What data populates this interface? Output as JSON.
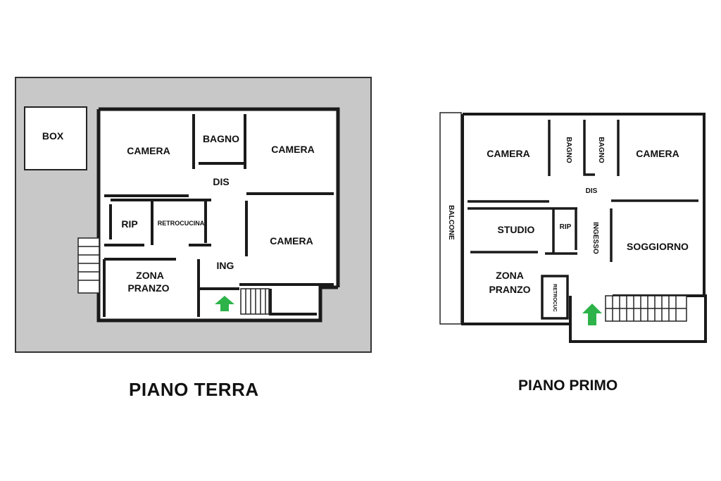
{
  "floor_terra": {
    "title": "PIANO TERRA",
    "rooms": {
      "box": "BOX",
      "camera_1": "CAMERA",
      "bagno": "BAGNO",
      "camera_2": "CAMERA",
      "dis": "DIS",
      "rip": "RIP",
      "retrocucina": "RETROCUCINA",
      "camera_3": "CAMERA",
      "ing": "ING",
      "zona_pranzo_1": "ZONA",
      "zona_pranzo_2": "PRANZO"
    }
  },
  "floor_primo": {
    "title": "PIANO PRIMO",
    "rooms": {
      "camera_1": "CAMERA",
      "bagno_1": "BAGNO",
      "bagno_2": "BAGNO",
      "camera_2": "CAMERA",
      "dis": "DIS",
      "balcone": "BALCONE",
      "studio": "STUDIO",
      "rip": "RIP",
      "ingesso": "INGESSO",
      "soggiorno": "SOGGIORNO",
      "zona_pranzo_1": "ZONA",
      "zona_pranzo_2": "PRANZO",
      "retrocuc": "RETROCUC"
    }
  },
  "colors": {
    "ground_fill": "#c8c8c8",
    "wall": "#1a1a1a",
    "entry_arrow": "#2db34a"
  },
  "icons": {
    "entry": "green-up-arrow-icon"
  }
}
